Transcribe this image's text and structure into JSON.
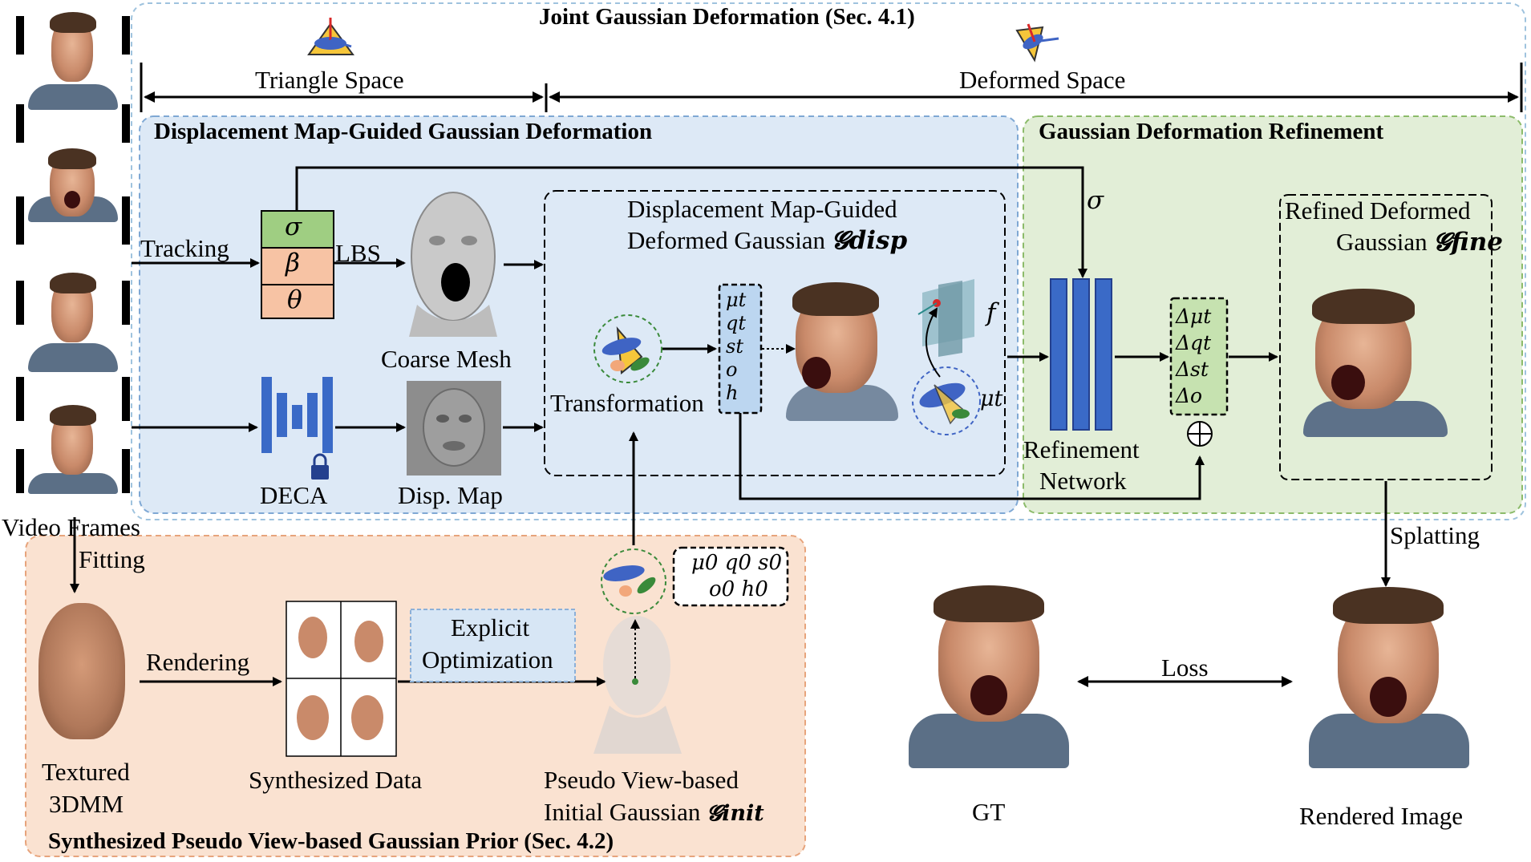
{
  "joint": {
    "title": "Joint Gaussian Deformation (Sec. 4.1)",
    "triangle_space": "Triangle Space",
    "deformed_space": "Deformed Space"
  },
  "disp_section": {
    "title": "Displacement Map-Guided Gaussian Deformation"
  },
  "refine_section": {
    "title": "Gaussian Deformation Refinement"
  },
  "prior_section": {
    "title": "Synthesized Pseudo View-based Gaussian Prior (Sec. 4.2)"
  },
  "labels": {
    "video_frames": "Video Frames",
    "tracking": "Tracking",
    "lbs": "LBS",
    "coarse_mesh": "Coarse Mesh",
    "deca": "DECA",
    "disp_map": "Disp. Map",
    "fitting": "Fitting",
    "rendering": "Rendering",
    "textured_line1": "Textured",
    "textured_line2": "3DMM",
    "synth_data": "Synthesized Data",
    "explicit_line1": "Explicit",
    "explicit_line2": "Optimization",
    "pseudo_line1": "Pseudo View-based",
    "pseudo_line2": "Initial Gaussian",
    "disp_box_line1": "Displacement Map-Guided",
    "disp_box_line2": "Deformed Gaussian",
    "transformation": "Transformation",
    "refine_net_line1": "Refinement",
    "refine_net_line2": "Network",
    "refined_line1": "Refined Deformed",
    "refined_line2": "Gaussian",
    "splatting": "Splatting",
    "loss": "Loss",
    "gt": "GT",
    "rendered_image": "Rendered Image",
    "sigma_mid": "σ",
    "f": "f",
    "mu_t": "μt"
  },
  "params": {
    "sigma": "σ",
    "beta": "β",
    "theta": "θ"
  },
  "gaussian_attrs": [
    "μt",
    "qt",
    "st",
    "o",
    "h"
  ],
  "delta_attrs": [
    "Δμt",
    "Δqt",
    "Δst",
    "Δo"
  ],
  "init_attrs": {
    "line1": "μ0 q0 s0",
    "line2": "o0 h0"
  },
  "symbols": {
    "disp": "𝓖disp",
    "fine": "𝓖fine",
    "init": "𝓖init",
    "oplus": "⊕"
  },
  "colors": {
    "blue_bg": "#dde9f6",
    "green_bg": "#e2eed7",
    "orange_bg": "#fae2d1",
    "net_blue": "#3a6ac7",
    "dark_blue": "#24408e",
    "param_green": "#9fce82",
    "param_orange": "#f7c3a4"
  }
}
